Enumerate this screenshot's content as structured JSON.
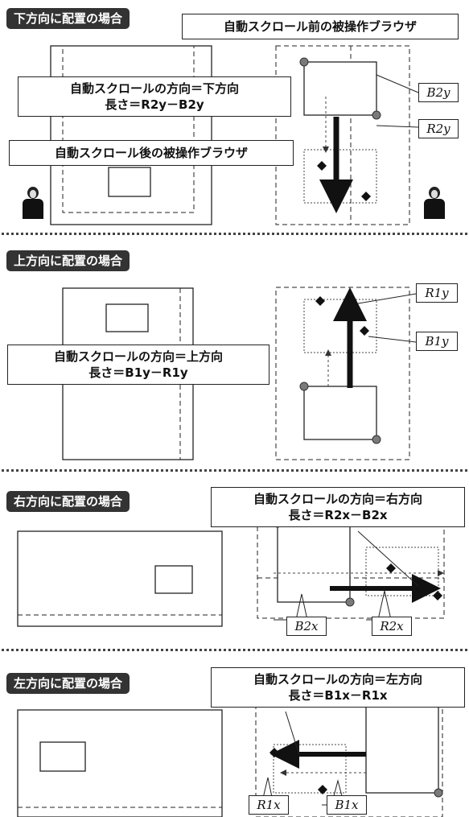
{
  "sections": [
    {
      "tag": "下方向に配置の場合",
      "callouts": {
        "before": "自動スクロール前の被操作ブラウザ",
        "direction_line1": "自動スクロールの方向＝下方向",
        "direction_line2": "長さ＝R2y－B2y",
        "after": "自動スクロール後の被操作ブラウザ"
      },
      "labels": [
        "B2y",
        "R2y"
      ]
    },
    {
      "tag": "上方向に配置の場合",
      "callouts": {
        "direction_line1": "自動スクロールの方向＝上方向",
        "direction_line2": "長さ＝B1y－R1y"
      },
      "labels": [
        "R1y",
        "B1y"
      ]
    },
    {
      "tag": "右方向に配置の場合",
      "callouts": {
        "direction_line1": "自動スクロールの方向＝右方向",
        "direction_line2": "長さ＝R2x－B2x"
      },
      "labels": [
        "B2x",
        "R2x"
      ]
    },
    {
      "tag": "左方向に配置の場合",
      "callouts": {
        "direction_line1": "自動スクロールの方向＝左方向",
        "direction_line2": "長さ＝B1x－R1x"
      },
      "labels": [
        "R1x",
        "B1x"
      ]
    }
  ],
  "colors": {
    "tag_background": "#333333",
    "marker_circle": "#7a7a7a",
    "marker_diamond": "#111111"
  }
}
